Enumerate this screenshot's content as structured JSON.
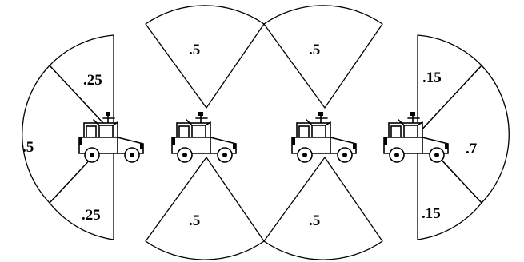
{
  "figures": [
    {
      "sectors": [
        {
          "label": ".25",
          "value": 0.25
        },
        {
          "label": ".5",
          "value": 0.5
        },
        {
          "label": ".25",
          "value": 0.25
        }
      ]
    },
    {
      "sectors": [
        {
          "label": ".5",
          "value": 0.5
        },
        {
          "label": ".5",
          "value": 0.5
        }
      ]
    },
    {
      "sectors": [
        {
          "label": ".5",
          "value": 0.5
        },
        {
          "label": ".5",
          "value": 0.5
        }
      ]
    },
    {
      "sectors": [
        {
          "label": ".15",
          "value": 0.15
        },
        {
          "label": ".7",
          "value": 0.7
        },
        {
          "label": ".15",
          "value": 0.15
        }
      ]
    }
  ]
}
